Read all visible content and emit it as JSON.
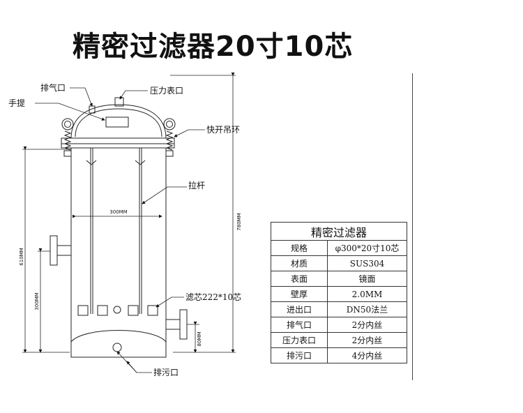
{
  "title": "精密过滤器20寸10芯",
  "labels": {
    "vent": "排气口",
    "handle": "手提",
    "gauge_port": "压力表口",
    "quick_ring": "快开吊环",
    "rod": "拉杆",
    "cartridge": "滤芯222*10芯",
    "drain": "排污口"
  },
  "dimensions": {
    "diameter": "300MM",
    "total_height": "780MM",
    "body_height": "610MM",
    "inlet_height": "300MM",
    "outlet_height": "80MM"
  },
  "table": {
    "title": "精密过滤器",
    "rows": [
      {
        "k": "规格",
        "v": "φ300*20寸10芯"
      },
      {
        "k": "材质",
        "v": "SUS304"
      },
      {
        "k": "表面",
        "v": "镜面"
      },
      {
        "k": "壁厚",
        "v": "2.0MM"
      },
      {
        "k": "进出口",
        "v": "DN50法兰"
      },
      {
        "k": "排气口",
        "v": "2分内丝"
      },
      {
        "k": "压力表口",
        "v": "2分内丝"
      },
      {
        "k": "排污口",
        "v": "4分内丝"
      }
    ]
  }
}
